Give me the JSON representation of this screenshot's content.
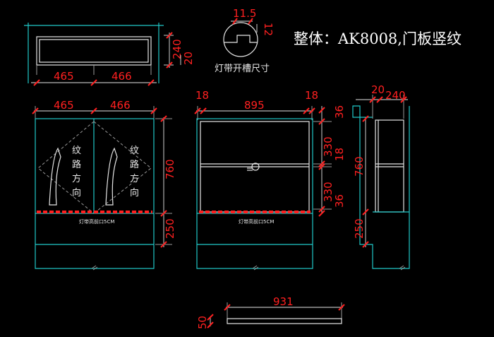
{
  "title": "整体：AK8008,门板竖纹",
  "groove": {
    "label": "灯带开槽尺寸",
    "width": "11.5",
    "depth": "12"
  },
  "top_cabinet": {
    "left_width": "465",
    "right_width": "466",
    "height": "240",
    "depth": "20"
  },
  "front_view": {
    "left_width": "465",
    "right_width": "466",
    "upper_height": "760",
    "lower_height": "250",
    "grain_text": "纹路方向",
    "strip_label": "灯带高前口5CM"
  },
  "inner_view": {
    "left_thickness": "18",
    "inner_width": "895",
    "right_thickness": "18",
    "top_gap": "36",
    "upper_shelf": "330",
    "shelf_thickness": "18",
    "lower_shelf": "330",
    "bottom_gap": "36",
    "strip_label": "灯带高前口5CM"
  },
  "side_view": {
    "panel": "20",
    "depth": "240",
    "upper_height": "760",
    "lower_height": "250"
  },
  "base_plate": {
    "width": "931",
    "thickness": "50"
  },
  "colors": {
    "outline": "#20c8c8",
    "line": "#e6e6e6",
    "dimension": "#ff2020",
    "background": "#000000"
  }
}
